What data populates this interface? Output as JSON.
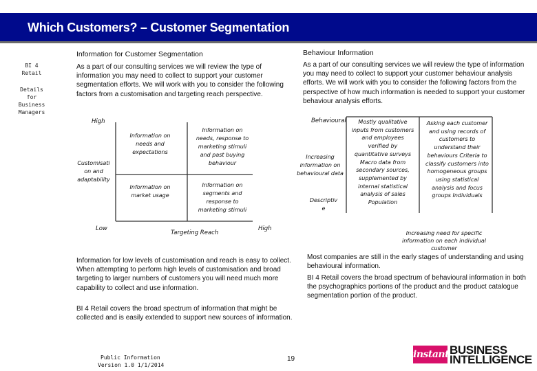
{
  "header": {
    "title": "Which Customers? – Customer Segmentation"
  },
  "sidebar": {
    "product": [
      "BI 4",
      "Retail"
    ],
    "audience": [
      "Details",
      "for",
      "Business",
      "Managers"
    ]
  },
  "left_section": {
    "heading": "Information for Customer Segmentation",
    "body": "As a part of our consulting services we will review the type of information you may need to collect to support your customer segmentation efforts. We will work with you to consider the following factors from a customisation and targeting reach perspective."
  },
  "right_section": {
    "heading": "Behaviour Information",
    "body": "As a part of our consulting services we will review the type of information you may need to collect to support your customer behaviour analysis efforts. We will work with you to consider the following factors from the perspective of how much information is needed to support your customer behaviour analysis efforts."
  },
  "matrix": {
    "y_axis_high": "High",
    "y_axis_low": "Low",
    "y_axis_label": "Customisati on and adaptability",
    "x_axis_label": "Targeting Reach",
    "x_axis_high": "High",
    "cells": {
      "top_left": "Information on needs and expectations",
      "top_right": "Information on needs, response to marketing stimuli and past buying behaviour",
      "bottom_left": "Information on market usage",
      "bottom_right": "Information on segments and response to marketing stimuli"
    }
  },
  "behaviour_diagram": {
    "top_label": "Behavioural",
    "side_label": "Increasing information on behavioural data",
    "bottom_label": "Descriptiv e",
    "left_box": "Mostly qualitative inputs from customers and employees verified by quantitative surveys Macro data from secondary sources, supplemented by internal statistical analysis of sales Population",
    "right_box": "Asking each customer and using records of customers to understand their behaviours Criteria to classify customers into homogeneous groups using statistical analysis and focus groups Individuals",
    "bottom_caption": "Increasing need for specific information on each individual customer"
  },
  "left_notes": [
    "Information for low levels of customisation and reach is easy to collect. When attempting to perform high levels of customisation and broad targeting to larger numbers of customers you will need much more capability to collect and use information.",
    "BI 4 Retail covers the broad spectrum of information that might be collected and is easily extended to support new sources of information."
  ],
  "right_notes": [
    "Most companies are still in the early stages of understanding and using behavioural information.",
    "BI 4 Retail covers the broad spectrum of behavioural information in both the psychographics portions of the product and the product catalogue segmentation portion of the product."
  ],
  "footer": {
    "classification": "Public Information",
    "version": "Version 1.0 1/1/2014",
    "page_number": "19"
  },
  "logo": {
    "instant": "instant",
    "line1": "BUSINESS",
    "line2": "INTELLIGENCE",
    "accent": "#d8106a"
  },
  "colors": {
    "header": "#000a8c"
  }
}
